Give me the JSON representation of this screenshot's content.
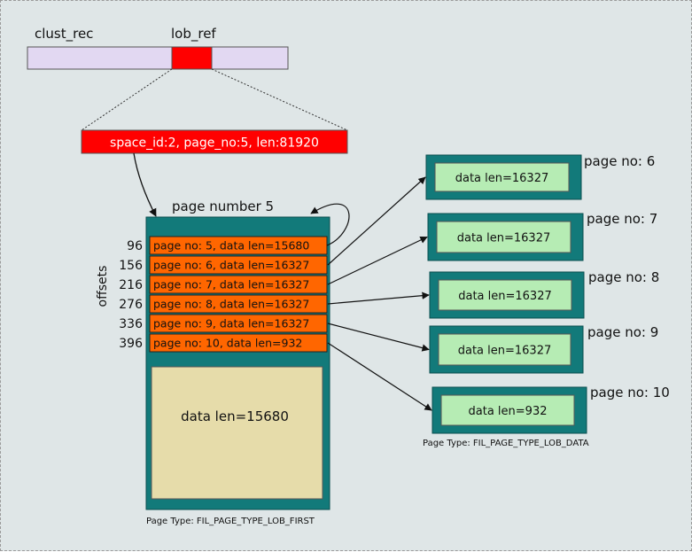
{
  "record": {
    "clust_rec_label": "clust_rec",
    "lob_ref_label": "lob_ref",
    "reference": "space_id:2, page_no:5, len:81920"
  },
  "first_page": {
    "title": "page number 5",
    "offsets_label": "offsets",
    "entries": [
      {
        "offset": "96",
        "text": "page no: 5, data len=15680"
      },
      {
        "offset": "156",
        "text": "page no: 6, data len=16327"
      },
      {
        "offset": "216",
        "text": "page no: 7, data len=16327"
      },
      {
        "offset": "276",
        "text": "page no: 8, data len=16327"
      },
      {
        "offset": "336",
        "text": "page no: 9, data len=16327"
      },
      {
        "offset": "396",
        "text": "page no: 10, data len=932"
      }
    ],
    "data_text": "data len=15680",
    "page_type": "Page Type: FIL_PAGE_TYPE_LOB_FIRST"
  },
  "data_pages": [
    {
      "label": "page no: 6",
      "data_text": "data len=16327"
    },
    {
      "label": "page no: 7",
      "data_text": "data len=16327"
    },
    {
      "label": "page no: 8",
      "data_text": "data len=16327"
    },
    {
      "label": "page no: 9",
      "data_text": "data len=16327"
    },
    {
      "label": "page no: 10",
      "data_text": "data len=932"
    }
  ],
  "data_page_type": "Page Type: FIL_PAGE_TYPE_LOB_DATA",
  "colors": {
    "record_fill": "#e2d8f2",
    "lob_ref_fill": "#ff0000",
    "page_frame": "#127a7a",
    "entry_fill": "#ff6600",
    "first_data_fill": "#e6dcaa",
    "data_fill": "#b6ecb4"
  }
}
